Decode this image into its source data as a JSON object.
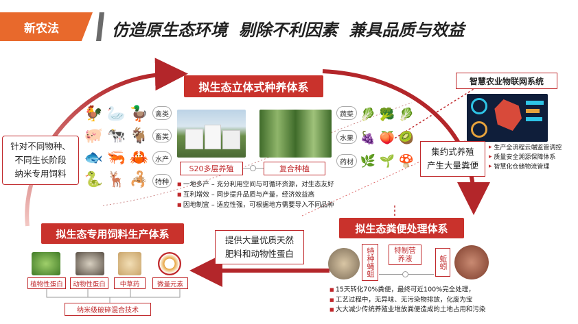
{
  "header": {
    "badge": "新农法",
    "title": "仿造原生态环境  剔除不利因素  兼具品质与效益"
  },
  "left_box": {
    "line1": "针对不同物种、",
    "line2": "不同生长阶段",
    "line3": "纳米专用饲料"
  },
  "breeding": {
    "title": "拟生态立体式种养体系",
    "animal_cats": [
      "禽类",
      "畜类",
      "水产",
      "特种"
    ],
    "plant_cats": [
      "蔬菜",
      "水果",
      "药材"
    ],
    "tag_left": "S20多层养殖",
    "tag_right": "复合种植",
    "bullets": [
      "一地多产 – 充分利用空间与可循环资源，对生态友好",
      "互利增效 – 同步提升品质与产量，经济效益高",
      "因地制宜 – 适应性强，可根据地方需要导入不同品种"
    ]
  },
  "iot": {
    "title": "智慧农业物联网系统",
    "bullets": [
      "生产全流程云端监管调控",
      "质量安全溯源保障体系",
      "智慧化仓储物流管理"
    ]
  },
  "intensive": {
    "line1": "集约式养殖",
    "line2": "产生大量粪便"
  },
  "manure": {
    "title": "拟生态粪便处理体系",
    "items": [
      "特种蝇蛆",
      "特制营养液",
      "蚯蚓"
    ],
    "bullets": [
      "15天转化70%粪便，最终可近100%完全处理，",
      "工艺过程中，无异味、无污染物排放，化废为宝",
      "大大减少传统养殖业堆放粪便造成的土地占用和污染"
    ]
  },
  "provide": {
    "line1": "提供大量优质天然",
    "line2": "肥料和动物性蛋白"
  },
  "feed": {
    "title": "拟生态专用饲料生产体系",
    "items": [
      "植物性蛋白",
      "动物性蛋白",
      "中草药",
      "微量元素"
    ],
    "tech": "纳米级破碎混合技术"
  },
  "icons": {
    "animals": [
      "rooster-icon",
      "goose-icon",
      "duck-icon",
      "pig-icon",
      "cow-icon",
      "goat-icon",
      "fish-icon",
      "shrimp-icon",
      "crab-icon",
      "snake-icon",
      "deer-icon",
      "scorpion-icon"
    ],
    "plants": [
      "lettuce-icon",
      "broccoli-icon",
      "cabbage-icon",
      "grapes-icon",
      "peach-icon",
      "kiwi-icon",
      "ginseng-icon",
      "herb-icon",
      "lingzhi-icon"
    ]
  },
  "colors": {
    "accent": "#c0282b",
    "arrow": "#b3262a",
    "header_bg": "#e8692c"
  }
}
